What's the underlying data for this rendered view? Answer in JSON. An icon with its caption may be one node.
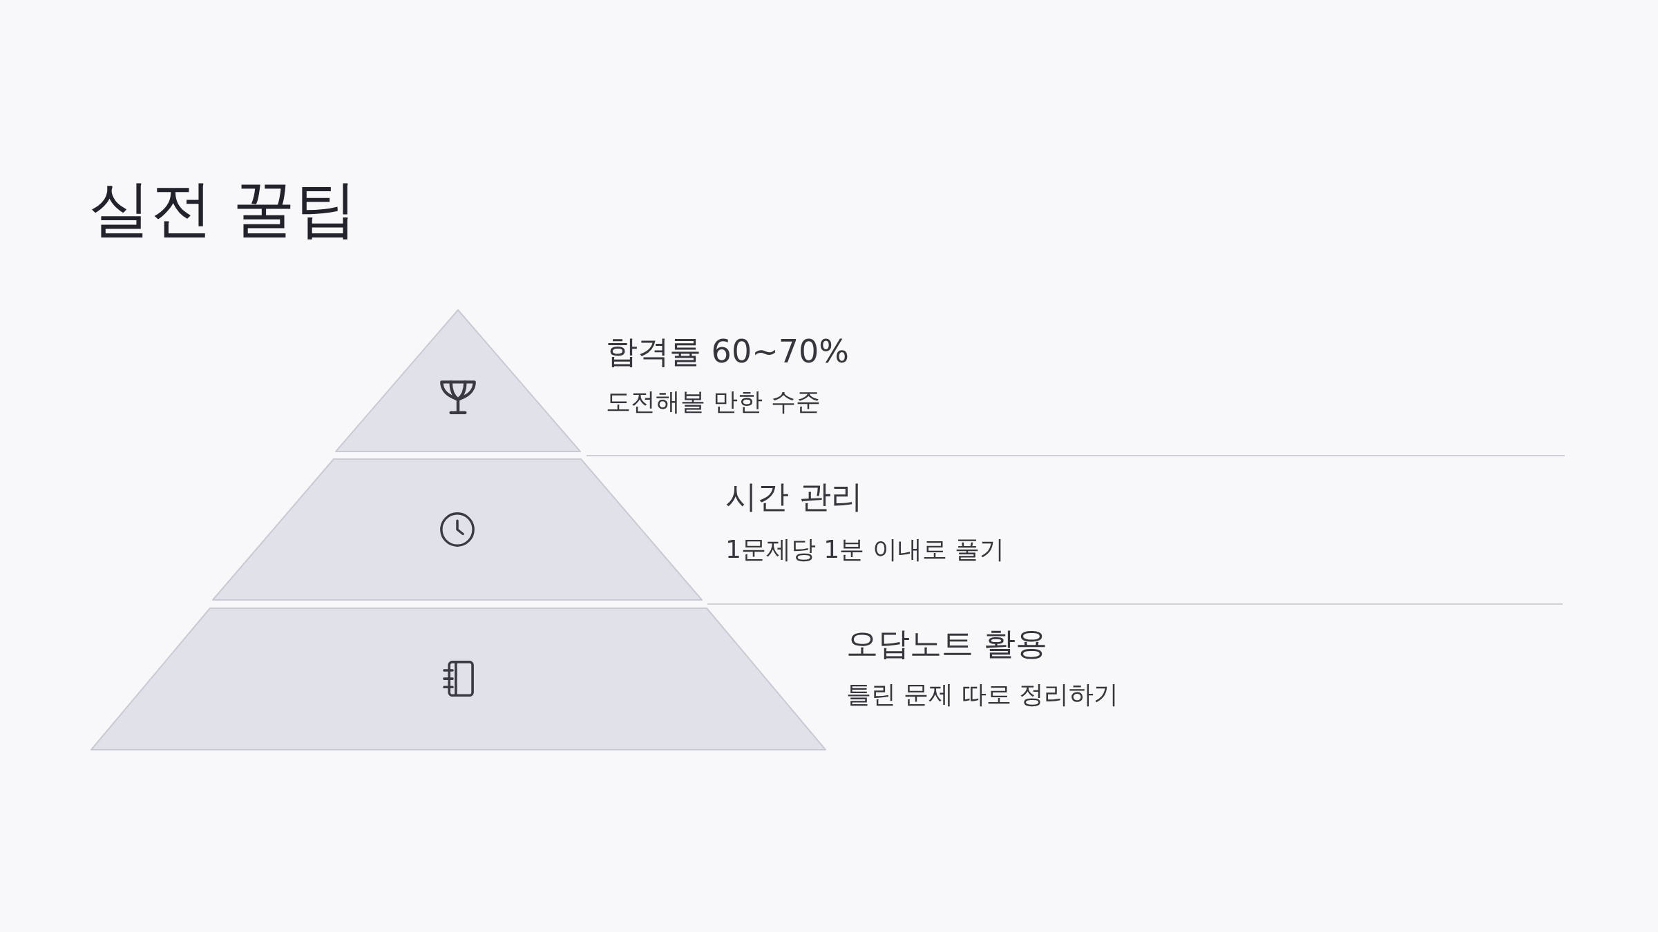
{
  "diagram": {
    "title": "실전 꿀팁",
    "nodes": [
      {
        "text": [],
        "shape": "triangle",
        "beside": [
          "합격률 60~70%",
          "도전해볼 만한 수준"
        ]
      },
      {
        "text": [],
        "shape": "trapezoid",
        "beside": [
          "시간 관리",
          "1문제당 1분 이내로 풀기"
        ]
      },
      {
        "text": [],
        "shape": "trapezoid",
        "beside": [
          "오답노트 활용",
          "틀린 문제 따로 정리하기"
        ]
      }
    ]
  }
}
